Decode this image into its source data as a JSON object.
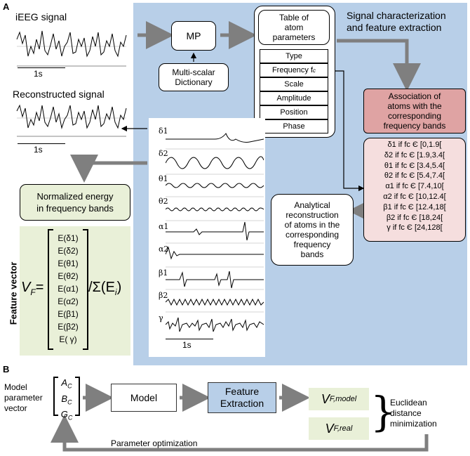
{
  "panel_a": "A",
  "panel_b": "B",
  "ieeg_title": "iEEG signal",
  "ieeg_scale": "1s",
  "recon_title": "Reconstructed signal",
  "recon_scale": "1s",
  "mp": "MP",
  "dictionary": [
    "Multi-scalar",
    "Dictionary"
  ],
  "table_title": [
    "Table of",
    "atom",
    "parameters"
  ],
  "table_rows": [
    "Type",
    "Frequency f",
    "Scale",
    "Amplitude",
    "Position",
    "Phase"
  ],
  "table_row_sub": "c",
  "signal_char": [
    "Signal characterization",
    "and feature extraction"
  ],
  "association": [
    "Association of",
    "atoms with the",
    "corresponding",
    "frequency bands"
  ],
  "band_rules": [
    "δ1 if fc Є [0,1.9[",
    "δ2 if fc Є [1.9,3.4[",
    "θ1 if fc Є [3.4,5.4[",
    "θ2 if fc Є [5.4,7.4[",
    "α1 if fc Є [7.4,10[",
    "α2 if fc Є [10,12.4[",
    "β1 if fc Є [12.4,18[",
    "β2 if fc Є [18,24[",
    "γ if fc Є [24,128["
  ],
  "analytical": [
    "Analytical",
    "reconstruction",
    "of atoms in the",
    "corresponding",
    "frequency",
    "bands"
  ],
  "band_names": [
    "δ1",
    "δ2",
    "θ1",
    "θ2",
    "α1",
    "α2",
    "β1",
    "β2",
    "γ"
  ],
  "band_scale": "1s",
  "normalized": [
    "Normalized energy",
    "in frequency bands"
  ],
  "feature_vector_label": "Feature vector",
  "vf": "V",
  "vf_sub": "F",
  "vector_items": [
    "E(δ1)",
    "E(δ2)",
    "E(θ1)",
    "E(θ2)",
    "E(α1)",
    "E(α2)",
    "E(β1)",
    "E(β2)",
    "E( γ)"
  ],
  "sum_expr": "/Σ(E",
  "sum_sub": "i",
  "model_param": [
    "Model",
    "parameter",
    "vector"
  ],
  "params": [
    "A",
    "B",
    "G"
  ],
  "params_sub": "C",
  "model": "Model",
  "feature_extraction": [
    "Feature",
    "Extraction"
  ],
  "vf_model": "V",
  "vf_model_sub": "F,model",
  "vf_real": "V",
  "vf_real_sub": "F,real",
  "euclid": [
    "Euclidean",
    "distance",
    "minimization"
  ],
  "param_opt": "Parameter optimization",
  "colors": {
    "blue_panel": "#b8cfe8",
    "green_box": "#e9f0d8",
    "assoc_box": "#dfa3a3",
    "band_box": "#f5dede",
    "arrow": "#7f7f7f",
    "feature_box": "#b8cfe8"
  }
}
